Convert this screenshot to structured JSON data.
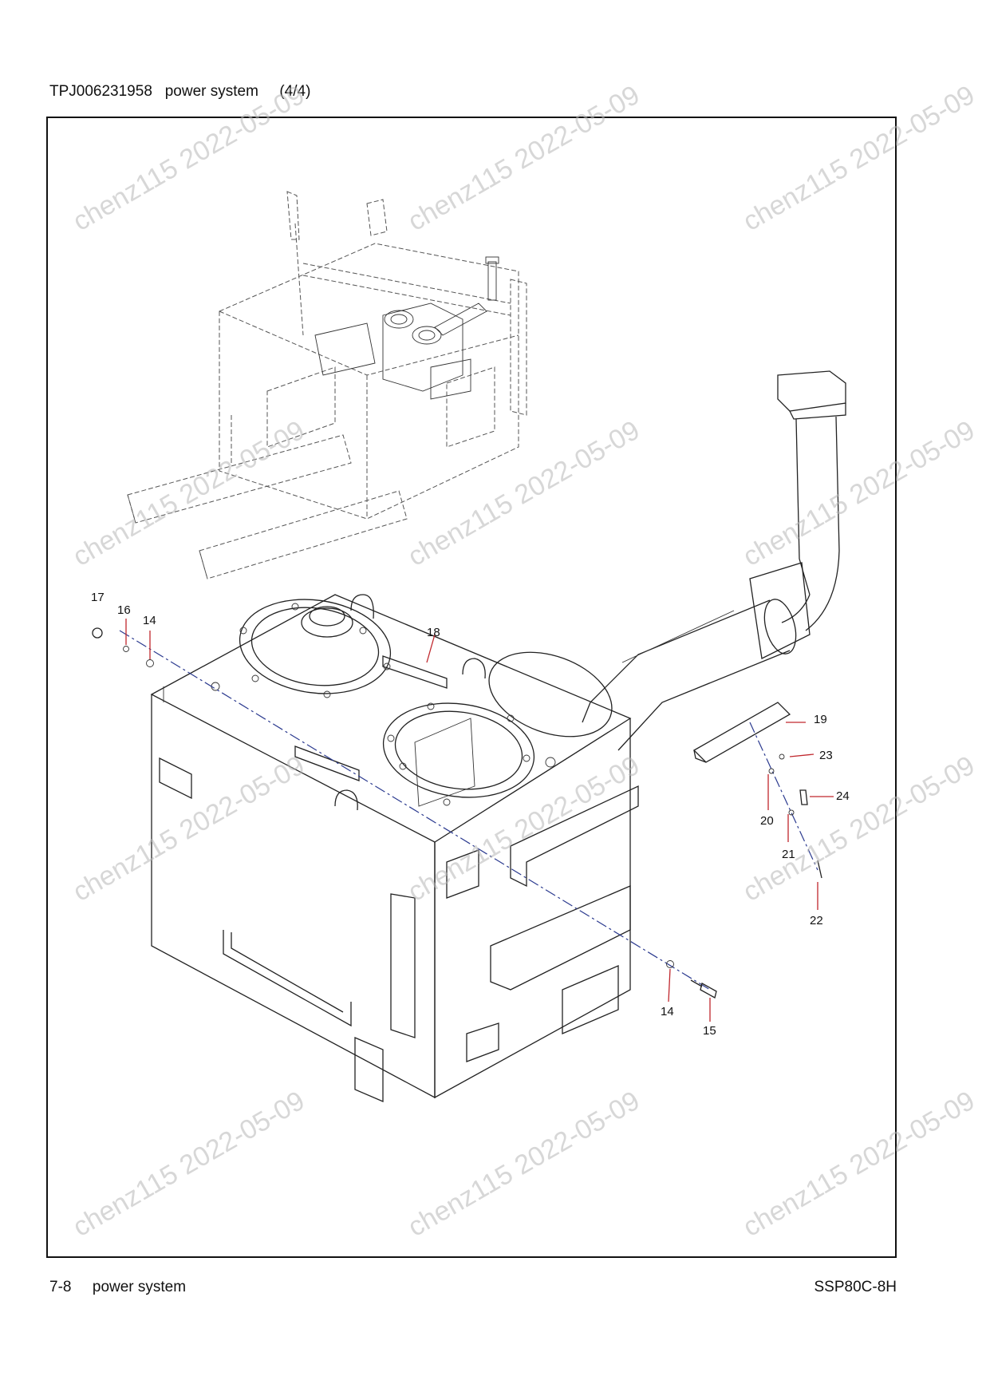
{
  "header": {
    "doc_code": "TPJ006231958",
    "section": "power system",
    "page_of": "(4/4)"
  },
  "footer": {
    "page_number": "7-8",
    "section": "power system",
    "model": "SSP80C-8H"
  },
  "watermark": {
    "text": "chenz115 2022-05-09"
  },
  "callouts": [
    {
      "id": "17",
      "label": "17"
    },
    {
      "id": "16",
      "label": "16"
    },
    {
      "id": "14a",
      "label": "14"
    },
    {
      "id": "18",
      "label": "18"
    },
    {
      "id": "19",
      "label": "19"
    },
    {
      "id": "23",
      "label": "23"
    },
    {
      "id": "24",
      "label": "24"
    },
    {
      "id": "20",
      "label": "20"
    },
    {
      "id": "21",
      "label": "21"
    },
    {
      "id": "22",
      "label": "22"
    },
    {
      "id": "14b",
      "label": "14"
    },
    {
      "id": "15",
      "label": "15"
    }
  ],
  "colors": {
    "leader": "#c0272d",
    "axis": "#2b3a8f",
    "watermark": "#b8b8b8"
  }
}
